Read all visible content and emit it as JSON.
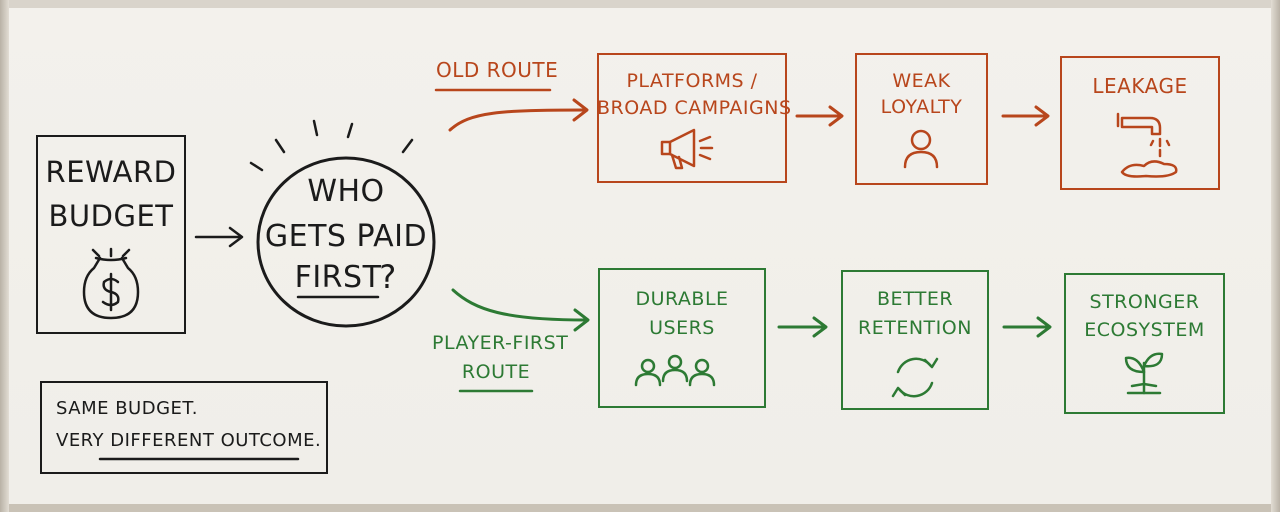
{
  "budget": {
    "line1": "REWARD",
    "line2": "BUDGET"
  },
  "question": {
    "line1": "WHO",
    "line2": "GETS PAID",
    "line3": "FIRST",
    "mark": "?"
  },
  "note": {
    "line1": "SAME  BUDGET.",
    "line2": "VERY DIFFERENT OUTCOME."
  },
  "old_route": {
    "label": "OLD ROUTE",
    "steps": [
      {
        "line1": "PLATFORMS /",
        "line2": "BROAD CAMPAIGNS",
        "icon": "megaphone-icon"
      },
      {
        "line1": "WEAK",
        "line2": "LOYALTY",
        "icon": "person-icon"
      },
      {
        "line1": "LEAKAGE",
        "line2": "",
        "icon": "leaking-faucet-icon"
      }
    ]
  },
  "player_route": {
    "label_line1": "PLAYER-FIRST",
    "label_line2": "ROUTE",
    "steps": [
      {
        "line1": "DURABLE",
        "line2": "USERS",
        "icon": "users-group-icon"
      },
      {
        "line1": "BETTER",
        "line2": "RETENTION",
        "icon": "refresh-cycle-icon"
      },
      {
        "line1": "STRONGER",
        "line2": "ECOSYSTEM",
        "icon": "sprout-icon"
      }
    ]
  },
  "colors": {
    "ink": "#1b1b1b",
    "old_route": "#b8461c",
    "player_route": "#2d7a34",
    "board": "#f0eee9"
  }
}
